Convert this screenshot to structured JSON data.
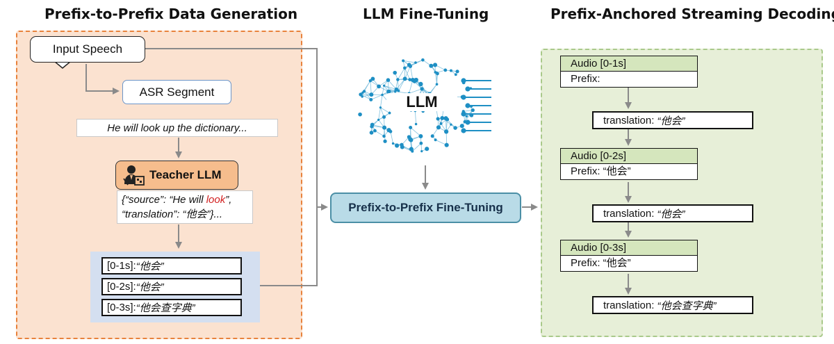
{
  "headings": {
    "left": "Prefix-to-Prefix Data Generation",
    "center": "LLM Fine-Tuning",
    "right": "Prefix-Anchored Streaming Decoding"
  },
  "left_panel": {
    "input_speech": "Input Speech",
    "asr_segment": "ASR Segment",
    "example_sentence": "He will look up the dictionary...",
    "teacher_llm": "Teacher LLM",
    "json_example": {
      "line1_pre": "{“source”: “He will ",
      "line1_highlight": "look",
      "line1_post": "”,",
      "line2": "“translation”: “他会”}..."
    },
    "records": [
      {
        "range": "[0-1s]: ",
        "text": "“他会”"
      },
      {
        "range": "[0-2s]: ",
        "text": "“他会”"
      },
      {
        "range": "[0-3s]: ",
        "text": "“他会查字典”"
      }
    ]
  },
  "center": {
    "llm_label": "LLM",
    "finetune_box": "Prefix-to-Prefix Fine-Tuning"
  },
  "right_panel": {
    "steps": [
      {
        "audio": "Audio [0-1s]",
        "prefix": "Prefix:",
        "translation_label": "translation: ",
        "translation_text": "“他会”"
      },
      {
        "audio": "Audio [0-2s]",
        "prefix": "Prefix: “他会”",
        "translation_label": "translation: ",
        "translation_text": "“他会”"
      },
      {
        "audio": "Audio [0-3s]",
        "prefix": "Prefix: “他会”",
        "translation_label": "translation: ",
        "translation_text": "“他会查字典”"
      }
    ]
  },
  "colors": {
    "left_panel_fill": "#fbe2d0",
    "left_panel_border": "#e8823c",
    "right_panel_fill": "#e7efd8",
    "right_panel_border": "#a9c98a",
    "teacher_fill": "#f6bd8d",
    "finetune_fill": "#b9dbe7",
    "audio_header_fill": "#d5e6bd",
    "highlight": "#d22020",
    "network": "#1e8fc4",
    "arrow": "#8a8a8a"
  },
  "icons": [
    "teacher-icon",
    "neural-network-icon"
  ]
}
